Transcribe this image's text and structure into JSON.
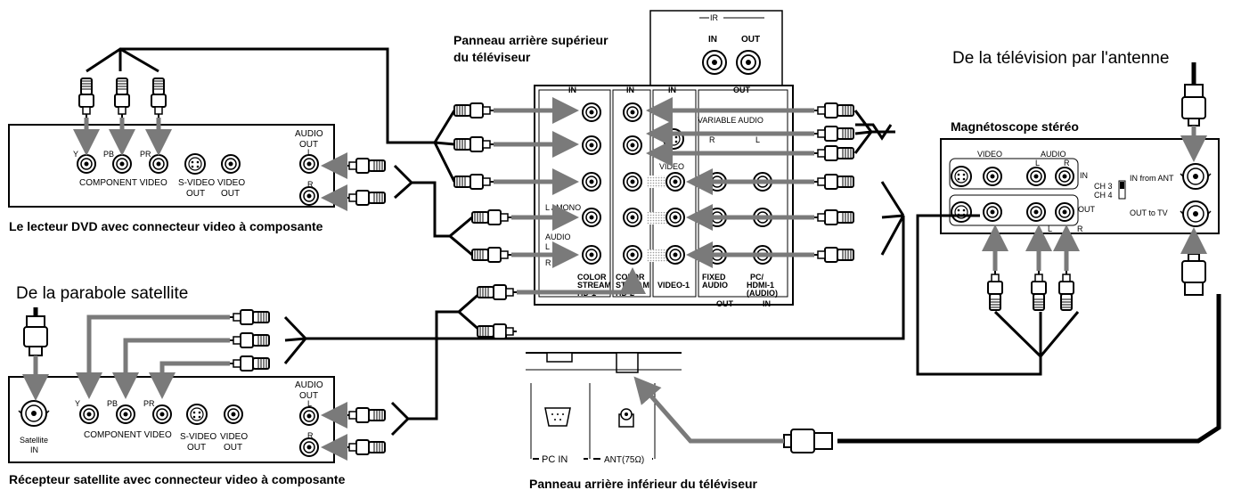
{
  "labels": {
    "tv_upper": [
      "Panneau arrière supérieur",
      "du téléviseur"
    ],
    "tv_lower": "Panneau arrière inférieur du téléviseur",
    "dvd": "Le lecteur DVD avec connecteur video à composante",
    "sat_receiver": "Récepteur satellite avec connecteur video à composante",
    "sat_source": "De la parabole satellite",
    "antenna_source": "De la télévision par l'antenne",
    "vcr": "Magnétoscope stéréo"
  },
  "ir": {
    "title": "IR",
    "in": "IN",
    "out": "OUT"
  },
  "tv_panel": {
    "in1": "IN",
    "in2": "IN",
    "in3": "IN",
    "out": "OUT",
    "variable_audio": "VARIABLE AUDIO",
    "r": "R",
    "l": "L",
    "lmono": "L / MONO",
    "audio": "AUDIO",
    "audio_l": "L",
    "audio_r": "R",
    "video_partial": "VIDEO",
    "cs1": [
      "COLOR",
      "STREAM",
      "HD-1"
    ],
    "cs2": [
      "COLOR",
      "STREAM",
      "HD-2"
    ],
    "video1": "VIDEO-1",
    "fixed": [
      "FIXED",
      "AUDIO"
    ],
    "pc": [
      "PC/",
      "HDMI-1",
      "(AUDIO)"
    ],
    "bottom_out": "OUT",
    "bottom_in": "IN"
  },
  "dvd_panel": {
    "y": "Y",
    "pb": "PB",
    "pr": "PR",
    "component_video": "COMPONENT VIDEO",
    "svideo": [
      "S-VIDEO",
      "OUT"
    ],
    "video": [
      "VIDEO",
      "OUT"
    ],
    "audio_out": [
      "AUDIO",
      "OUT"
    ],
    "l": "L",
    "r": "R"
  },
  "sat_panel": {
    "satellite_in": [
      "Satellite",
      "IN"
    ],
    "y": "Y",
    "pb": "PB",
    "pr": "PR",
    "component_video": "COMPONENT VIDEO",
    "svideo": [
      "S-VIDEO",
      "OUT"
    ],
    "video": [
      "VIDEO",
      "OUT"
    ],
    "audio_out": [
      "AUDIO",
      "OUT"
    ],
    "l": "L",
    "r": "R"
  },
  "vcr_panel": {
    "video": "VIDEO",
    "audio": "AUDIO",
    "l": "L",
    "r": "R",
    "in": "IN",
    "out": "OUT",
    "ch3": "CH 3",
    "ch4": "CH 4",
    "in_from_ant": "IN from ANT",
    "out_to_tv": "OUT to TV"
  },
  "lower_panel": {
    "pc_in": "PC IN",
    "ant": "ANT(75Ω)"
  },
  "colors": {
    "arrow": "#7a7a7a",
    "line": "#000000",
    "pattern": "#c8c8c8"
  }
}
